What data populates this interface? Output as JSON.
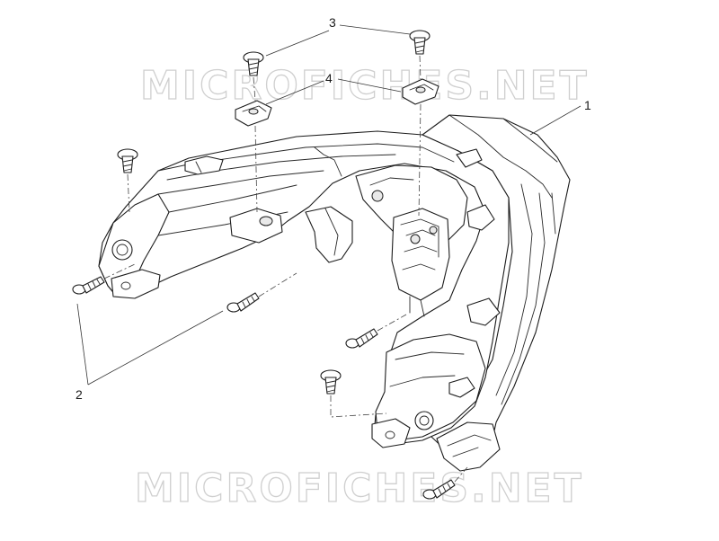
{
  "watermark": {
    "text": "MICROFICHES.NET",
    "color": "#cfcfcf"
  },
  "callouts": [
    {
      "id": "1",
      "label": "1"
    },
    {
      "id": "2",
      "label": "2"
    },
    {
      "id": "3",
      "label": "3"
    },
    {
      "id": "4",
      "label": "4"
    }
  ],
  "colors": {
    "line": "#1c1c1c",
    "background": "#ffffff"
  }
}
